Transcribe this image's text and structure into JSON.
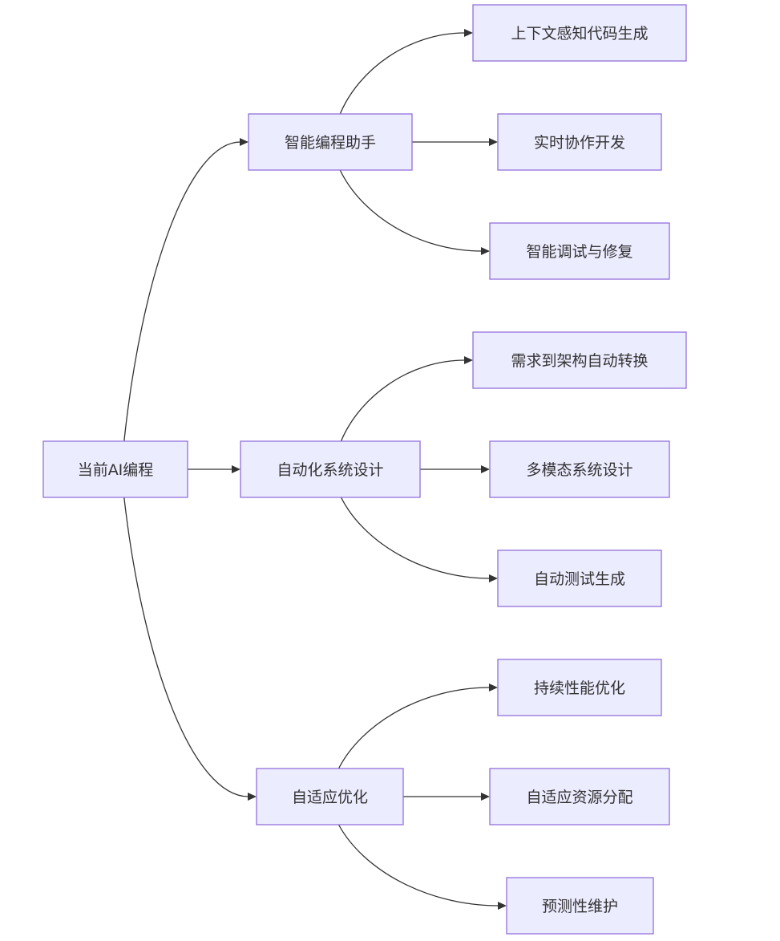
{
  "nodes": {
    "root": "当前AI编程",
    "assistant": "智能编程助手",
    "system_design": "自动化系统设计",
    "adaptive": "自适应优化",
    "ctx_codegen": "上下文感知代码生成",
    "realtime_collab": "实时协作开发",
    "debug_fix": "智能调试与修复",
    "req_arch": "需求到架构自动转换",
    "multimodal": "多模态系统设计",
    "auto_test": "自动测试生成",
    "perf_opt": "持续性能优化",
    "resource_alloc": "自适应资源分配",
    "predictive_maint": "预测性维护"
  },
  "edges": [
    {
      "from": "root",
      "to": "assistant"
    },
    {
      "from": "root",
      "to": "system_design"
    },
    {
      "from": "root",
      "to": "adaptive"
    },
    {
      "from": "assistant",
      "to": "ctx_codegen"
    },
    {
      "from": "assistant",
      "to": "realtime_collab"
    },
    {
      "from": "assistant",
      "to": "debug_fix"
    },
    {
      "from": "system_design",
      "to": "req_arch"
    },
    {
      "from": "system_design",
      "to": "multimodal"
    },
    {
      "from": "system_design",
      "to": "auto_test"
    },
    {
      "from": "adaptive",
      "to": "perf_opt"
    },
    {
      "from": "adaptive",
      "to": "resource_alloc"
    },
    {
      "from": "adaptive",
      "to": "predictive_maint"
    }
  ],
  "colors": {
    "node_fill": "#ececff",
    "node_border": "#9370db",
    "edge": "#333333",
    "text": "#333333"
  }
}
